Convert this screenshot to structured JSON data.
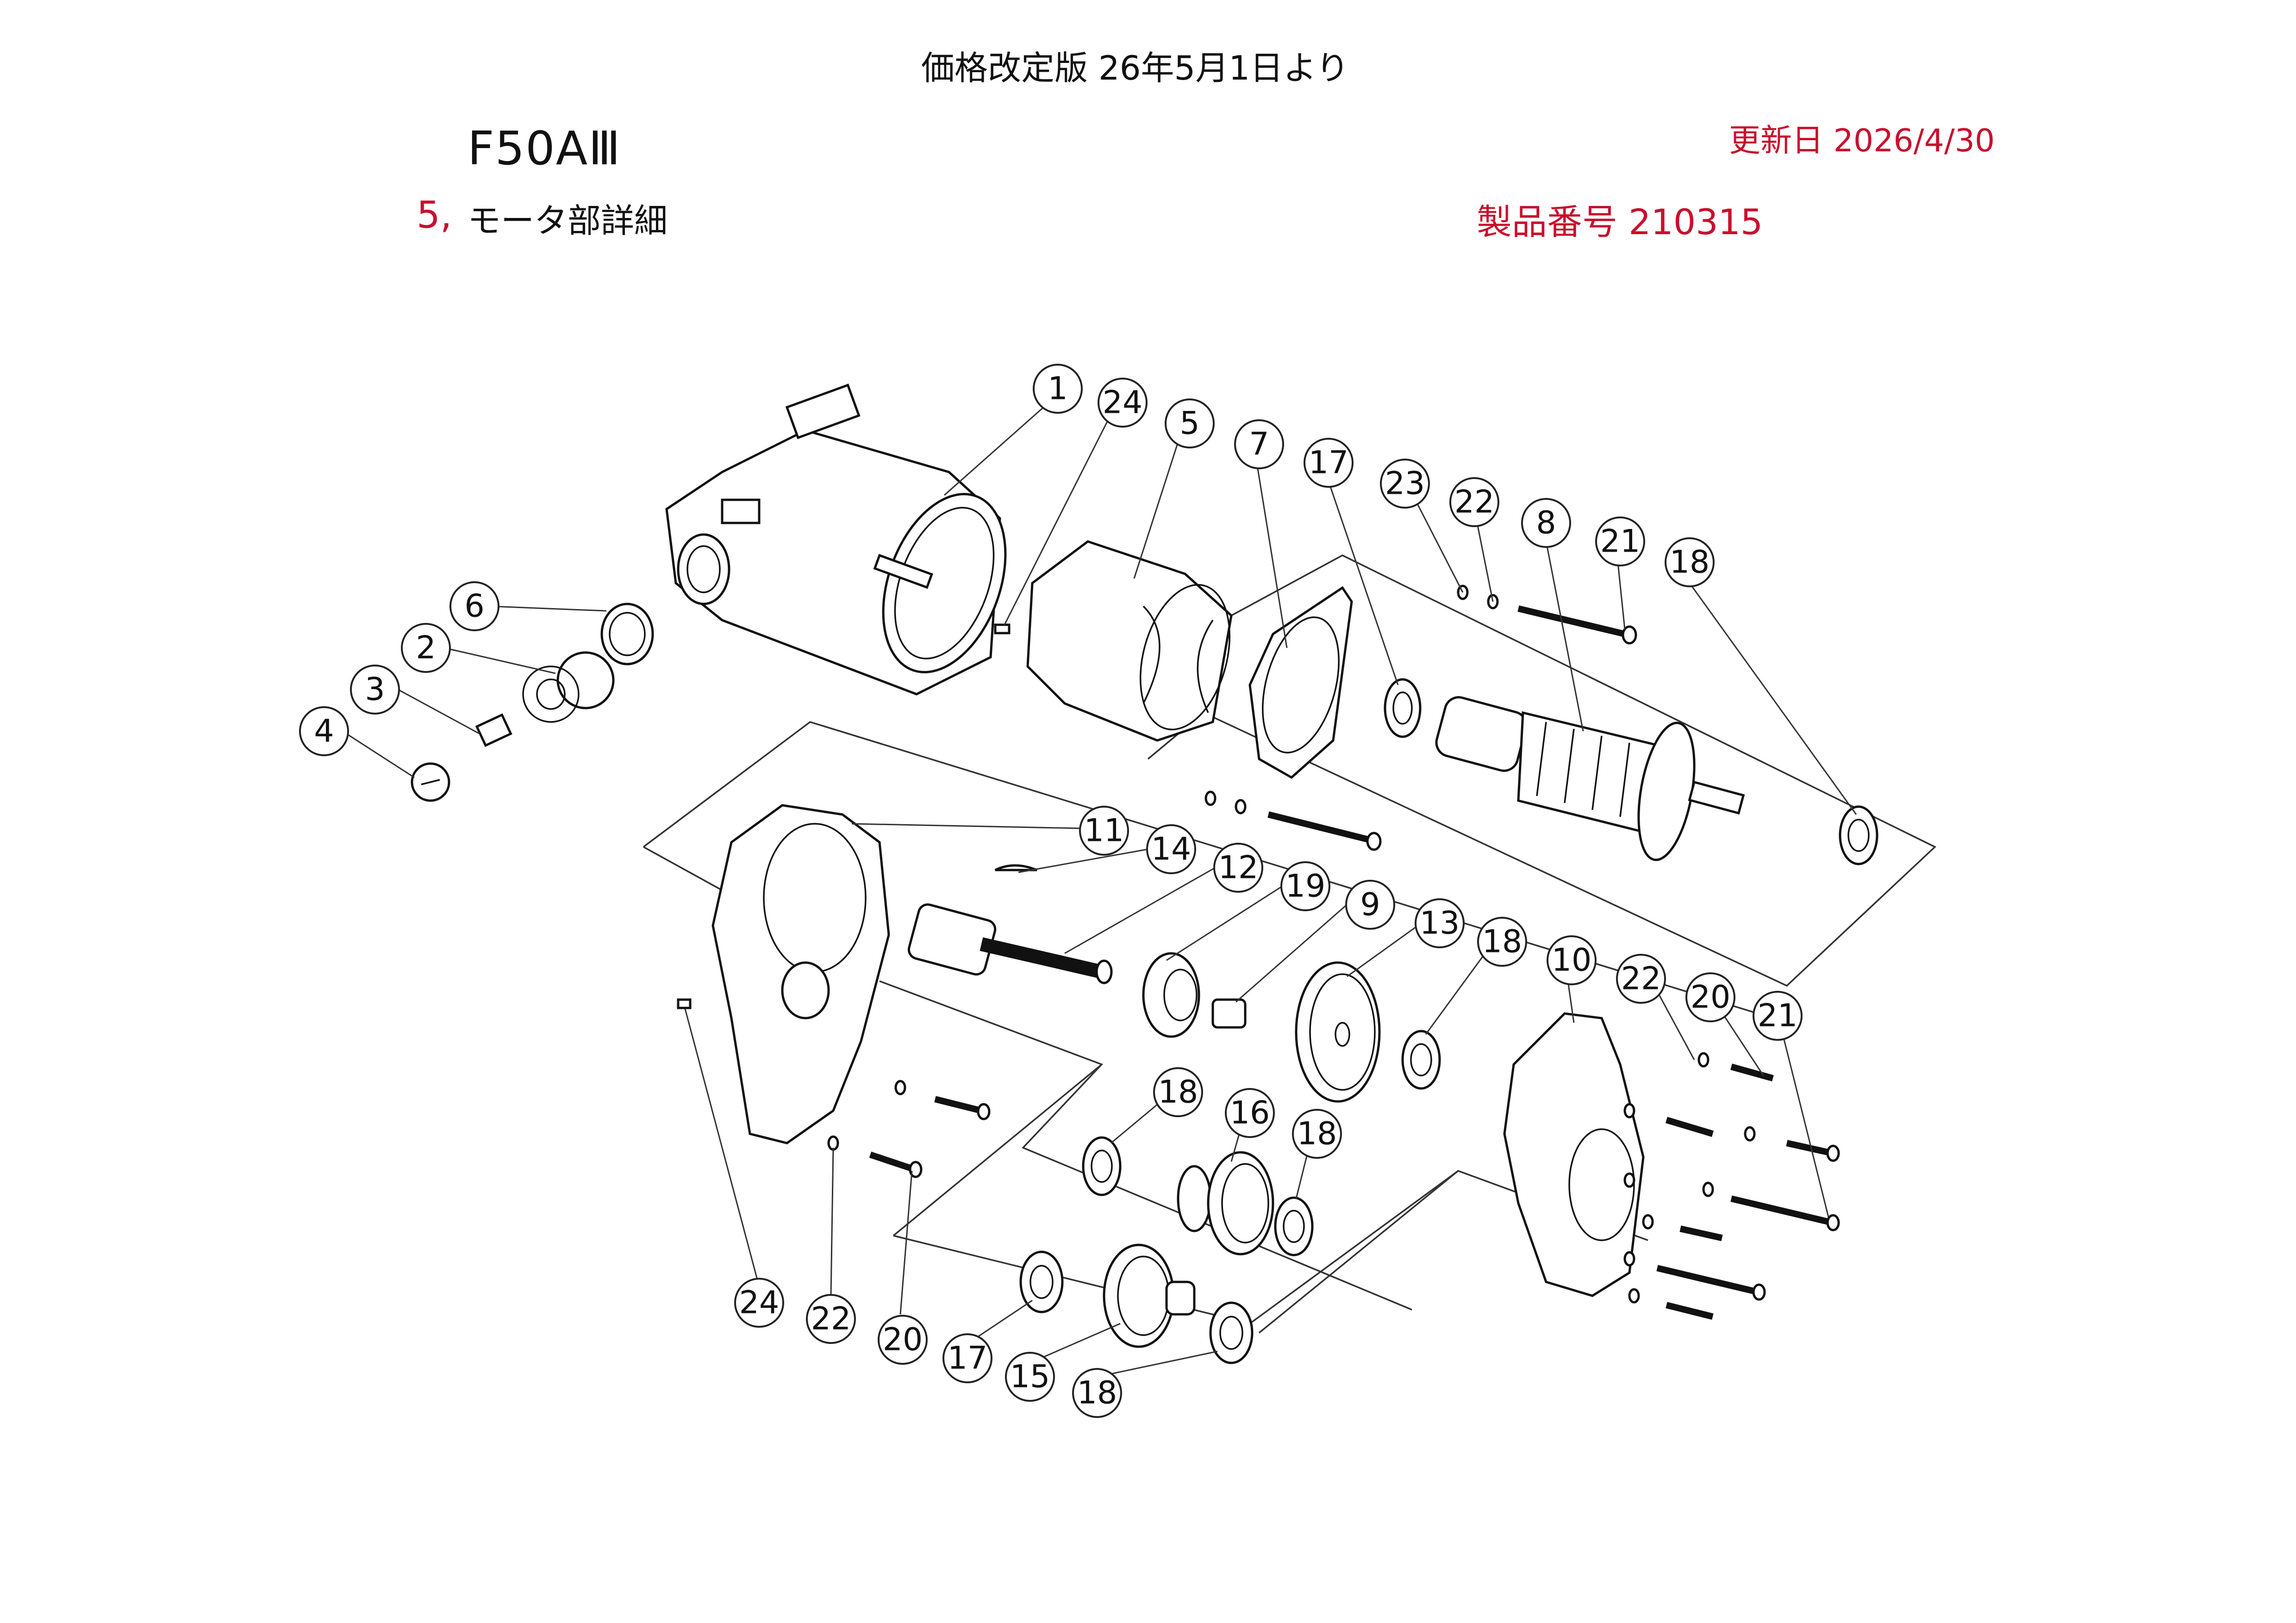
{
  "header": {
    "price_notice": "価格改定版 26年5月1日より",
    "model": "F50AⅢ",
    "section_number": "5,",
    "section_title": "モータ部詳細",
    "updated": "更新日 2026/4/30",
    "product_number": "製品番号 210315"
  },
  "callouts": [
    "1",
    "24",
    "5",
    "7",
    "17",
    "23",
    "22",
    "8",
    "21",
    "18",
    "6",
    "2",
    "3",
    "4",
    "11",
    "14",
    "12",
    "19",
    "9",
    "13",
    "18",
    "10",
    "22",
    "20",
    "21",
    "18",
    "16",
    "18",
    "24",
    "22",
    "20",
    "17",
    "15",
    "18"
  ]
}
